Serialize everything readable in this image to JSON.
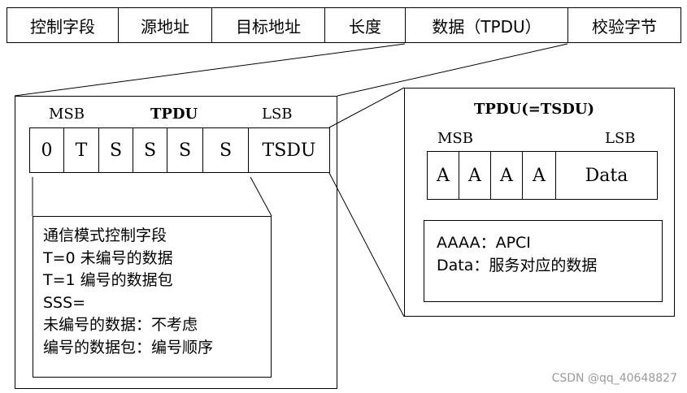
{
  "frame_header": [
    "控制字段",
    "源地址",
    "目标地址",
    "长度",
    "数据（TPDU）",
    "校验字节"
  ],
  "tpdu_box": {
    "msb": "MSB",
    "title": "TPDU",
    "lsb": "LSB",
    "bits": [
      "0",
      "T",
      "S",
      "S",
      "S",
      "S",
      "TSDU"
    ],
    "notes": [
      "通信模式控制字段",
      "T=0 未编号的数据",
      "T=1 编号的数据包",
      "SSS=",
      "未编号的数据：不考虑",
      "编号的数据包：编号顺序"
    ]
  },
  "tsdu_box": {
    "title": "TPDU(=TSDU)",
    "msb": "MSB",
    "lsb": "LSB",
    "cells": [
      "A",
      "A",
      "A",
      "A",
      "Data"
    ],
    "notes": [
      "AAAA：APCI",
      "Data：服务对应的数据"
    ]
  },
  "watermark": "CSDN @qq_40648827"
}
